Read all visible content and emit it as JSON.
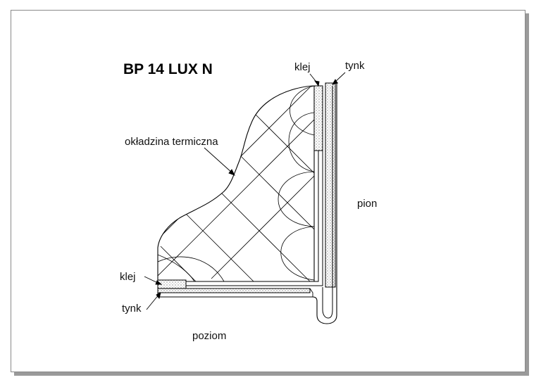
{
  "diagram": {
    "title": "BP 14 LUX N",
    "labels": {
      "klej_top": "klej",
      "tynk_top": "tynk",
      "okladzina": "okładzina termiczna",
      "pion": "pion",
      "klej_bottom": "klej",
      "tynk_bottom": "tynk",
      "poziom": "poziom"
    }
  }
}
